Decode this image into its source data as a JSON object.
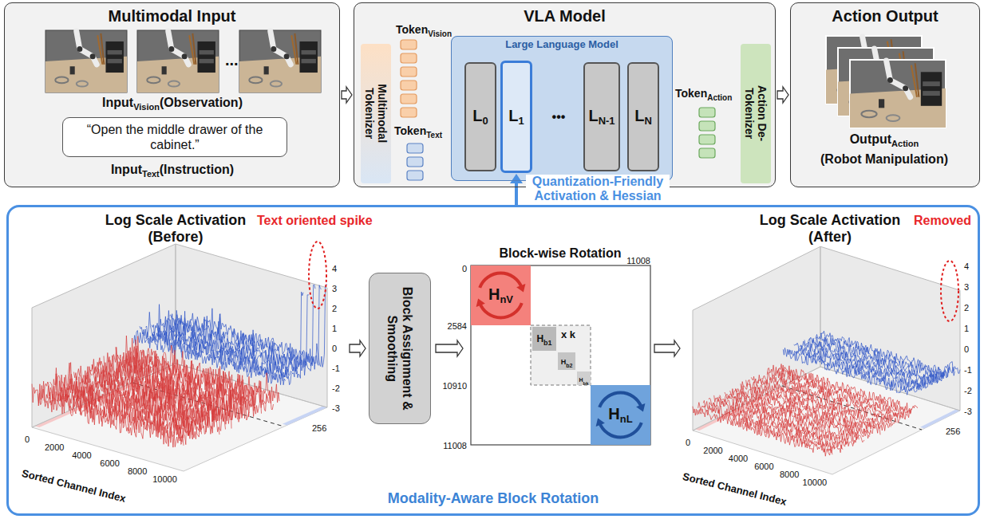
{
  "diagram": {
    "nodes": [
      {
        "text": [
          "Multimodal Input"
        ]
      },
      {
        "text": [
          "“Open the middle drawer of the cabinet.”"
        ],
        "in": 0
      },
      {
        "text": [
          "VLA Model"
        ]
      },
      {
        "text": [
          "Multimodal Tokenizer"
        ],
        "in": 2
      },
      {
        "text": [
          "Large Language Model"
        ],
        "in": 2
      },
      {
        "text": [
          "L",
          "0"
        ],
        "in": 4
      },
      {
        "text": [
          "L",
          "1"
        ],
        "in": 4
      },
      {
        "text": [
          "L",
          "N-1"
        ],
        "in": 4
      },
      {
        "text": [
          "L",
          "N"
        ],
        "in": 4
      },
      {
        "text": [
          "Action De-Tokenizer"
        ],
        "in": 2
      },
      {
        "text": [
          "Action Output"
        ]
      },
      {
        "text": [
          "Modality-Aware Block Rotation"
        ]
      },
      {
        "text": [
          "Block Assignment & Smoothing"
        ],
        "in": 11
      }
    ],
    "edges": [
      {
        "from": 0,
        "to": 2,
        "arrow": "to"
      },
      {
        "from": 2,
        "to": 10,
        "arrow": "to"
      },
      {
        "from": 11,
        "to": 6,
        "arrow": "to",
        "label": "Quantization-Friendly Activation & Hessian"
      }
    ],
    "labels": [
      "...",
      "Input",
      "Vision",
      "(Observation)",
      "Input",
      "Text",
      "(Instruction)",
      "Token",
      "Vision",
      "Token",
      "Text",
      "•••",
      "Token",
      "Action",
      "Output",
      "Action",
      "(Robot Manipulation)",
      "Log Scale Activation",
      "(Before)",
      "Text oriented spike",
      "4",
      "3",
      "2",
      "1",
      "0",
      "-1",
      "-2",
      "-3",
      "0",
      "2000",
      "4000",
      "6000",
      "8000",
      "10000",
      "256",
      "Sorted Channel Index",
      "Block-wise Rotation",
      "0",
      "11008",
      "2584",
      "10910",
      "11008",
      "H",
      "nV",
      "H",
      "b1",
      "x k",
      "H",
      "b2",
      "H",
      "bk",
      "H",
      "nL",
      "Log Scale Activation",
      "(After)",
      "Removed",
      "4",
      "3",
      "2",
      "1",
      "0",
      "-1",
      "-2",
      "-3",
      "0",
      "2000",
      "4000",
      "6000",
      "8000",
      "10000",
      "256",
      "Sorted Channel Index"
    ]
  }
}
